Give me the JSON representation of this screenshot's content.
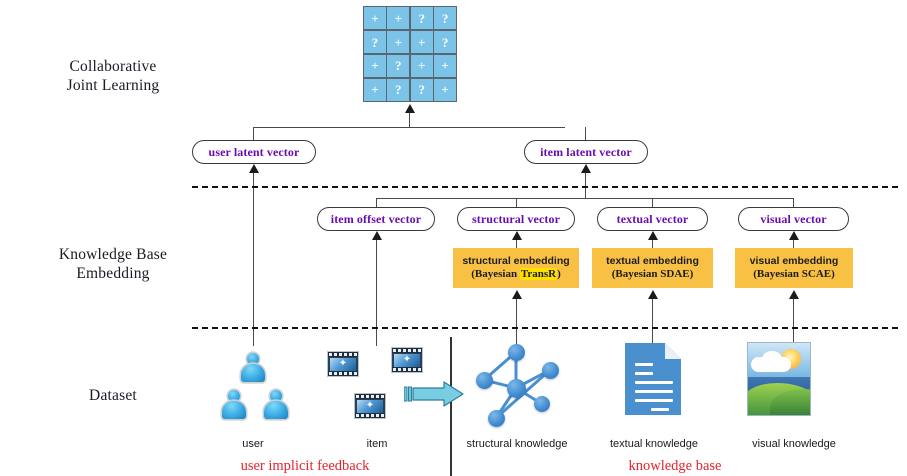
{
  "stage_labels": [
    {
      "name": "collaborative-joint-learning",
      "text": "Collaborative\nJoint Learning"
    },
    {
      "name": "knowledge-base-embedding",
      "text": "Knowledge Base\nEmbedding"
    },
    {
      "name": "dataset",
      "text": "Dataset"
    }
  ],
  "matrix": {
    "name": "rating-matrix",
    "rows": [
      [
        "+",
        "+",
        "?",
        "?"
      ],
      [
        "?",
        "+",
        "+",
        "?"
      ],
      [
        "+",
        "?",
        "+",
        "+"
      ],
      [
        "+",
        "?",
        "?",
        "+"
      ]
    ],
    "cell_color": "#7cc3e8",
    "grid_color": "#5a6670"
  },
  "latent_vectors": [
    {
      "name": "user-latent-vector",
      "label": "user latent vector"
    },
    {
      "name": "item-latent-vector",
      "label": "item latent vector"
    }
  ],
  "component_vectors": [
    {
      "name": "item-offset-vector",
      "label": "item offset vector"
    },
    {
      "name": "structural-vector",
      "label": "structural vector"
    },
    {
      "name": "textual-vector",
      "label": "textual vector"
    },
    {
      "name": "visual-vector",
      "label": "visual vector"
    }
  ],
  "embeddings": [
    {
      "name": "structural-embedding",
      "line1": "structural embedding",
      "prefix": "(Bayesian ",
      "highlight": "TransR",
      "suffix": ")"
    },
    {
      "name": "textual-embedding",
      "line1": "textual embedding",
      "prefix": "(Bayesian ",
      "highlight": "SDAE",
      "suffix": ")"
    },
    {
      "name": "visual-embedding",
      "line1": "visual embedding",
      "prefix": "(Bayesian ",
      "highlight": "SCAE",
      "suffix": ")"
    }
  ],
  "dataset_captions": [
    {
      "name": "caption-user",
      "label": "user"
    },
    {
      "name": "caption-item",
      "label": "item"
    },
    {
      "name": "caption-structural-knowledge",
      "label": "structural knowledge"
    },
    {
      "name": "caption-textual-knowledge",
      "label": "textual knowledge"
    },
    {
      "name": "caption-visual-knowledge",
      "label": "visual knowledge"
    }
  ],
  "group_captions": [
    {
      "name": "caption-user-implicit-feedback",
      "label": "user implicit feedback"
    },
    {
      "name": "caption-knowledge-base",
      "label": "knowledge base"
    }
  ],
  "colors": {
    "vector_text": "#6a0dad",
    "embedding_bg": "#f8c143",
    "highlight_bg": "#ffe100",
    "red_caption": "#e8232a",
    "cyan_arrow": "#6cc7df"
  }
}
